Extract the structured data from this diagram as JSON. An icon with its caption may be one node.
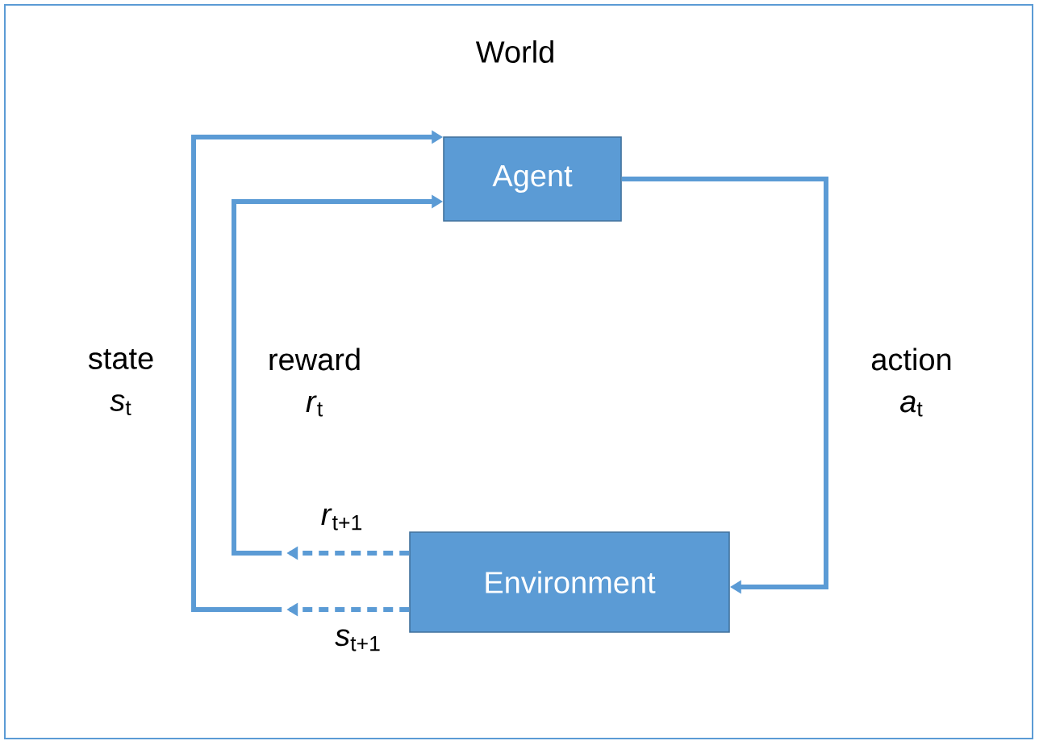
{
  "diagram": {
    "nodes": [
      {
        "text": [
          "World"
        ]
      },
      {
        "text": [
          "Agent"
        ],
        "in": 0
      },
      {
        "text": [
          "Environment"
        ],
        "in": 0
      }
    ],
    "edges": [
      {
        "from": 1,
        "to": 2,
        "arrow": "to",
        "label": "action *a*$_{t}$"
      },
      {
        "from": 2,
        "to": 1,
        "arrow": "to",
        "style": "dashed",
        "label": "state *s*$_{t}$"
      },
      {
        "from": 2,
        "to": 1,
        "arrow": "to",
        "style": "dashed",
        "label": "reward *r*$_{t}$"
      }
    ],
    "labels": [
      "*r*$_{t+1}$",
      "*s*$_{t+1}$"
    ]
  }
}
